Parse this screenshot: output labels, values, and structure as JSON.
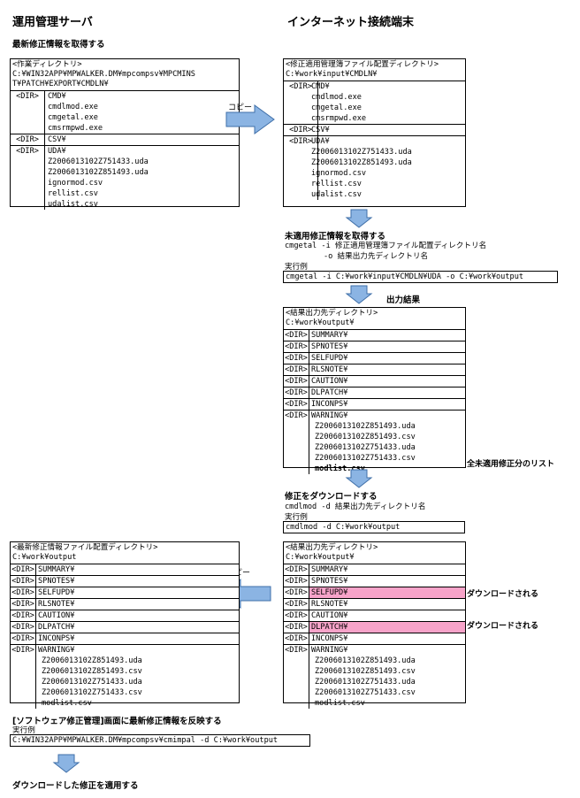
{
  "headings": {
    "left": "運用管理サーバ",
    "right": "インターネット接続端末"
  },
  "step_get_latest": "最新修正情報を取得する",
  "work_dir_box": {
    "title": "<作業ディレクトリ>",
    "path_line1": "C:¥WIN32APP¥MPWALKER.DM¥mpcompsv¥MPCMINS",
    "path_line2": "T¥PATCH¥EXPORT¥CMDLN¥",
    "dir_tag": "<DIR>",
    "cmd_dir": "CMD¥",
    "cmd_files": [
      "cmdlmod.exe",
      "cmgetal.exe",
      "cmsrmpwd.exe"
    ],
    "csv_dir": "CSV¥",
    "uda_dir": "UDA¥",
    "uda_files": [
      "Z2006013102Z751433.uda",
      "Z2006013102Z851493.uda"
    ],
    "other_files": [
      "ignormod.csv",
      "rellist.csv",
      "udalist.csv"
    ]
  },
  "copy_label_1": "コピー",
  "patch_dir_box": {
    "title": "<修正適用管理簿ファイル配置ディレクトリ>",
    "path": "C:¥work¥input¥CMDLN¥",
    "dir_tag": "<DIR>",
    "cmd_dir": "CMD¥",
    "cmd_files": [
      "cmdlmod.exe",
      "cmgetal.exe",
      "cmsrmpwd.exe"
    ],
    "csv_dir": "CSV¥",
    "uda_dir": "UDA¥",
    "uda_files": [
      "Z2006013102Z751433.uda",
      "Z2006013102Z851493.uda"
    ],
    "other_files": [
      "ignormod.csv",
      "rellist.csv",
      "udalist.csv"
    ]
  },
  "step_unapplied": {
    "title": "未適用修正情報を取得する",
    "syntax1": "cmgetal -i 修正適用管理簿ファイル配置ディレクトリ名",
    "syntax2": "-o 結果出力先ディレクトリ名",
    "example_label": "実行例",
    "example_cmd": "cmgetal -i C:¥work¥input¥CMDLN¥UDA -o C:¥work¥output"
  },
  "output_result_label": "出力結果",
  "result_box_1": {
    "title": "<結果出力先ディレクトリ>",
    "path": "C:¥work¥output¥",
    "dir_tag": "<DIR>",
    "dirs": [
      "SUMMARY¥",
      "SPNOTES¥",
      "SELFUPD¥",
      "RLSNOTE¥",
      "CAUTION¥",
      "DLPATCH¥",
      "INCONPS¥",
      "WARNING¥"
    ],
    "files": [
      "Z2006013102Z851493.uda",
      "Z2006013102Z851493.csv",
      "Z2006013102Z751433.uda",
      "Z2006013102Z751433.csv"
    ],
    "modlist": "modlist.csv"
  },
  "all_unapplied_list": "全未適用修正分のリスト",
  "step_download": {
    "title": "修正をダウンロードする",
    "syntax": "cmdlmod -d 結果出力先ディレクトリ名",
    "example_label": "実行例",
    "example_cmd": "cmdlmod -d C:¥work¥output"
  },
  "result_box_2": {
    "title": "<結果出力先ディレクトリ>",
    "path": "C:¥work¥output¥",
    "dir_tag": "<DIR>",
    "dirs": [
      "SUMMARY¥",
      "SPNOTES¥",
      "SELFUPD¥",
      "RLSNOTE¥",
      "CAUTION¥",
      "DLPATCH¥",
      "INCONPS¥",
      "WARNING¥"
    ],
    "files": [
      "Z2006013102Z851493.uda",
      "Z2006013102Z851493.csv",
      "Z2006013102Z751433.uda",
      "Z2006013102Z751433.csv"
    ],
    "modlist": "modlist.csv"
  },
  "downloaded_label_1": "ダウンロードされる",
  "downloaded_label_2": "ダウンロードされる",
  "copy_label_2": "コピー",
  "latest_box": {
    "title": "<最新修正情報ファイル配置ディレクトリ>",
    "path": "C:¥work¥output",
    "dir_tag": "<DIR>",
    "dirs": [
      "SUMMARY¥",
      "SPNOTES¥",
      "SELFUPD¥",
      "RLSNOTE¥",
      "CAUTION¥",
      "DLPATCH¥",
      "INCONPS¥",
      "WARNING¥"
    ],
    "files": [
      "Z2006013102Z851493.uda",
      "Z2006013102Z851493.csv",
      "Z2006013102Z751433.uda",
      "Z2006013102Z751433.csv"
    ],
    "modlist": "modlist.csv"
  },
  "step_reflect": {
    "title": "[ソフトウェア修正管理]画面に最新修正情報を反映する",
    "example_label": "実行例",
    "example_cmd": "C:¥WIN32APP¥MPWALKER.DM¥mpcompsv¥cmimpal -d C:¥work¥output"
  },
  "step_apply": "ダウンロードした修正を適用する",
  "colors": {
    "arrow_fill": "#8bb4e3",
    "arrow_stroke": "#3f6fa8",
    "highlight": "#f7a3c9"
  }
}
